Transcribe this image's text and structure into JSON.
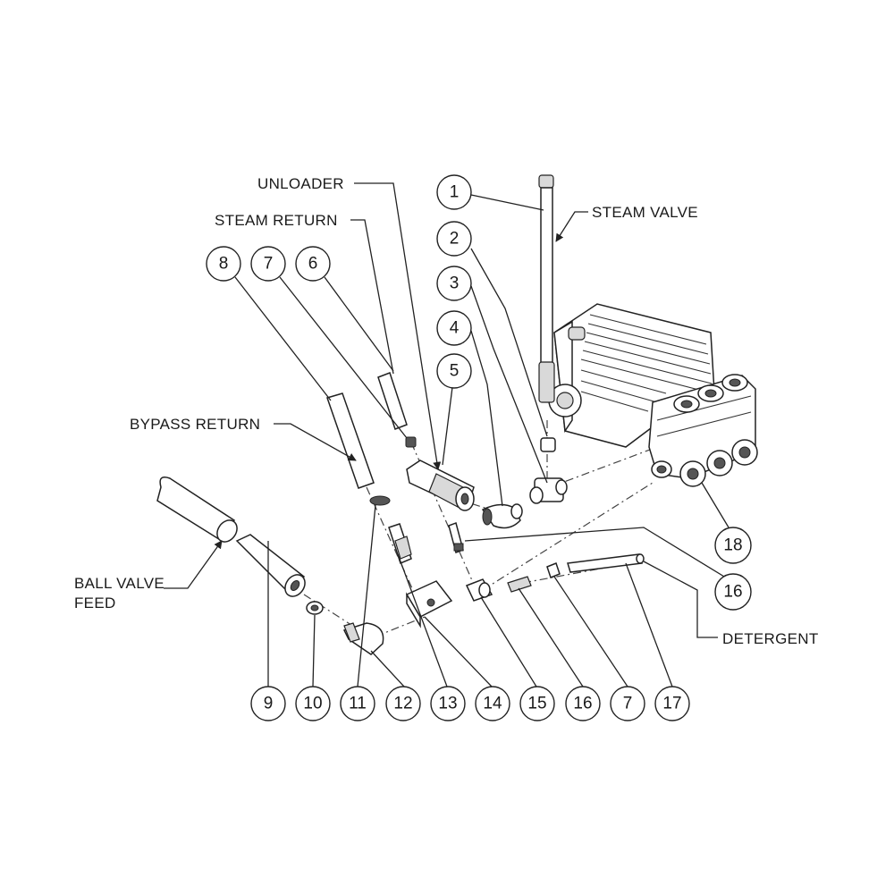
{
  "labels": {
    "unloader": "UNLOADER",
    "steam_return": "STEAM RETURN",
    "steam_valve": "STEAM VALVE",
    "bypass_return": "BYPASS RETURN",
    "ball_valve_feed_line1": "BALL VALVE",
    "ball_valve_feed_line2": "FEED",
    "detergent": "DETERGENT"
  },
  "callouts": {
    "c1": "1",
    "c2": "2",
    "c3": "3",
    "c4": "4",
    "c5": "5",
    "c6": "6",
    "c7_top": "7",
    "c8": "8",
    "c18": "18",
    "c16_right": "16",
    "b9": "9",
    "b10": "10",
    "b11": "11",
    "b12": "12",
    "b13": "13",
    "b14": "14",
    "b15": "15",
    "b16": "16",
    "b7": "7",
    "b17": "17"
  }
}
